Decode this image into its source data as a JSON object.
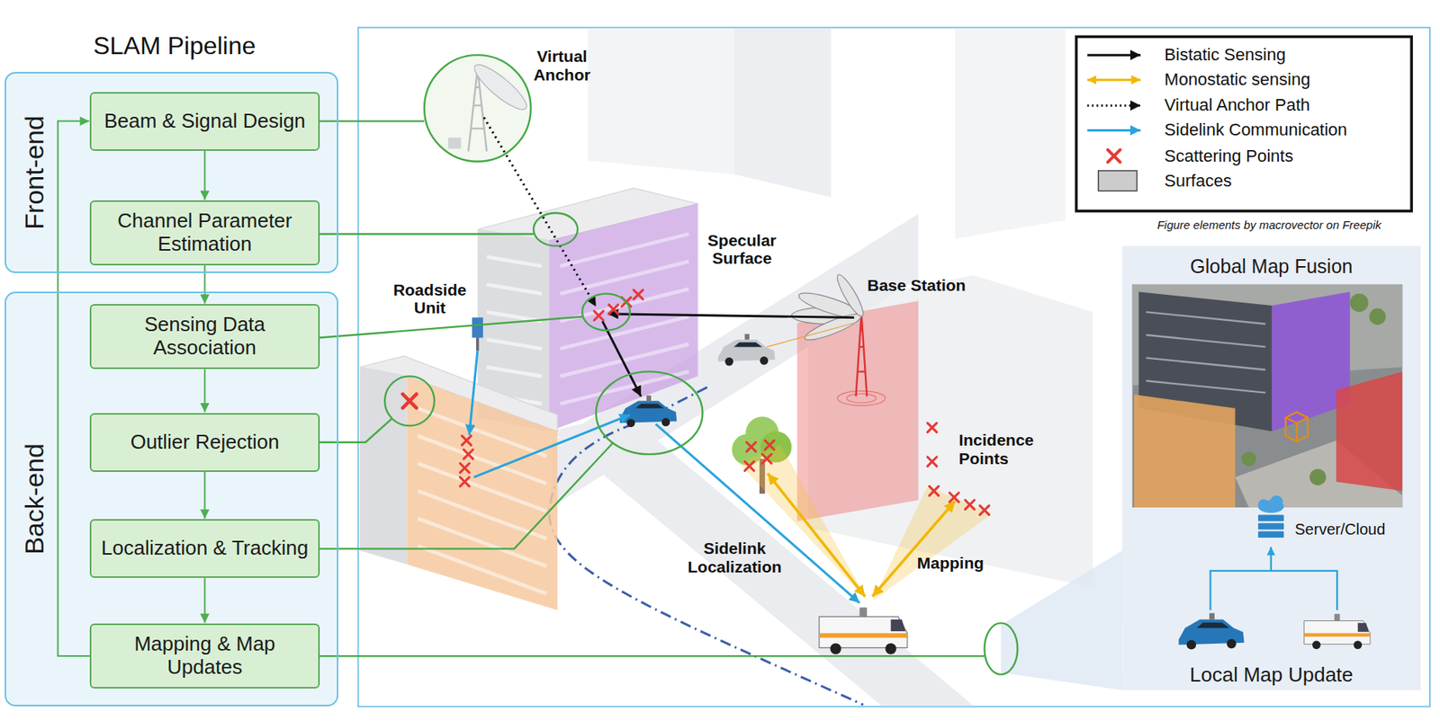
{
  "diagram": {
    "title": "SLAM Pipeline",
    "nodes": [
      {
        "text": [
          "Front-end"
        ]
      },
      {
        "text": [
          "Beam & Signal Design"
        ],
        "in": 0
      },
      {
        "text": [
          "Channel Parameter Estimation"
        ],
        "in": 0
      },
      {
        "text": [
          "Back-end"
        ]
      },
      {
        "text": [
          "Sensing Data Association"
        ],
        "in": 3
      },
      {
        "text": [
          "Outlier Rejection"
        ],
        "in": 3
      },
      {
        "text": [
          "Localization & Tracking"
        ],
        "in": 3
      },
      {
        "text": [
          "Mapping & Map Updates"
        ],
        "in": 3
      },
      {
        "text": [
          "Global Map Fusion",
          "Local Map Update"
        ]
      }
    ],
    "edges": [
      {
        "from": 1,
        "to": 2,
        "arrow": "to"
      },
      {
        "from": 2,
        "to": 4,
        "arrow": "to"
      },
      {
        "from": 4,
        "to": 5,
        "arrow": "to"
      },
      {
        "from": 5,
        "to": 6,
        "arrow": "to"
      },
      {
        "from": 6,
        "to": 7,
        "arrow": "to"
      },
      {
        "from": 7,
        "to": 1,
        "arrow": "to"
      }
    ],
    "labels": [
      "Virtual Anchor",
      "Specular Surface",
      "Roadside Unit",
      "Base Station",
      "Incidence Points",
      "Sidelink Localization",
      "Mapping",
      "Server/Cloud",
      "Figure elements by macrovector on Freepik"
    ],
    "legend": [
      {
        "text": "Bistatic Sensing"
      },
      {
        "text": "Monostatic sensing"
      },
      {
        "text": "Virtual Anchor Path"
      },
      {
        "text": "Sidelink Communication"
      },
      {
        "text": "Scattering Points"
      },
      {
        "text": "Surfaces",
        "color": "#cccccc"
      }
    ]
  }
}
